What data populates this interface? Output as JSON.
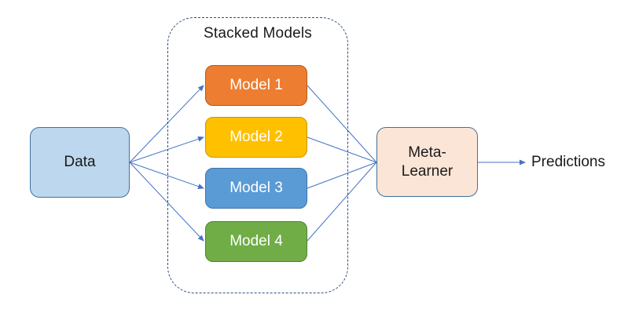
{
  "diagram": {
    "group_label": "Stacked Models",
    "input": {
      "label": "Data"
    },
    "models": [
      {
        "label": "Model 1",
        "color": "#ed7d31"
      },
      {
        "label": "Model 2",
        "color": "#ffc000"
      },
      {
        "label": "Model 3",
        "color": "#5b9bd5"
      },
      {
        "label": "Model 4",
        "color": "#70ad47"
      }
    ],
    "meta_learner": {
      "line1": "Meta-",
      "line2": "Learner"
    },
    "output": {
      "label": "Predictions"
    },
    "colors": {
      "arrow": "#4472c4",
      "group_border": "#2f4f78",
      "data_fill": "#bdd7ee",
      "meta_fill": "#fbe5d6"
    }
  }
}
